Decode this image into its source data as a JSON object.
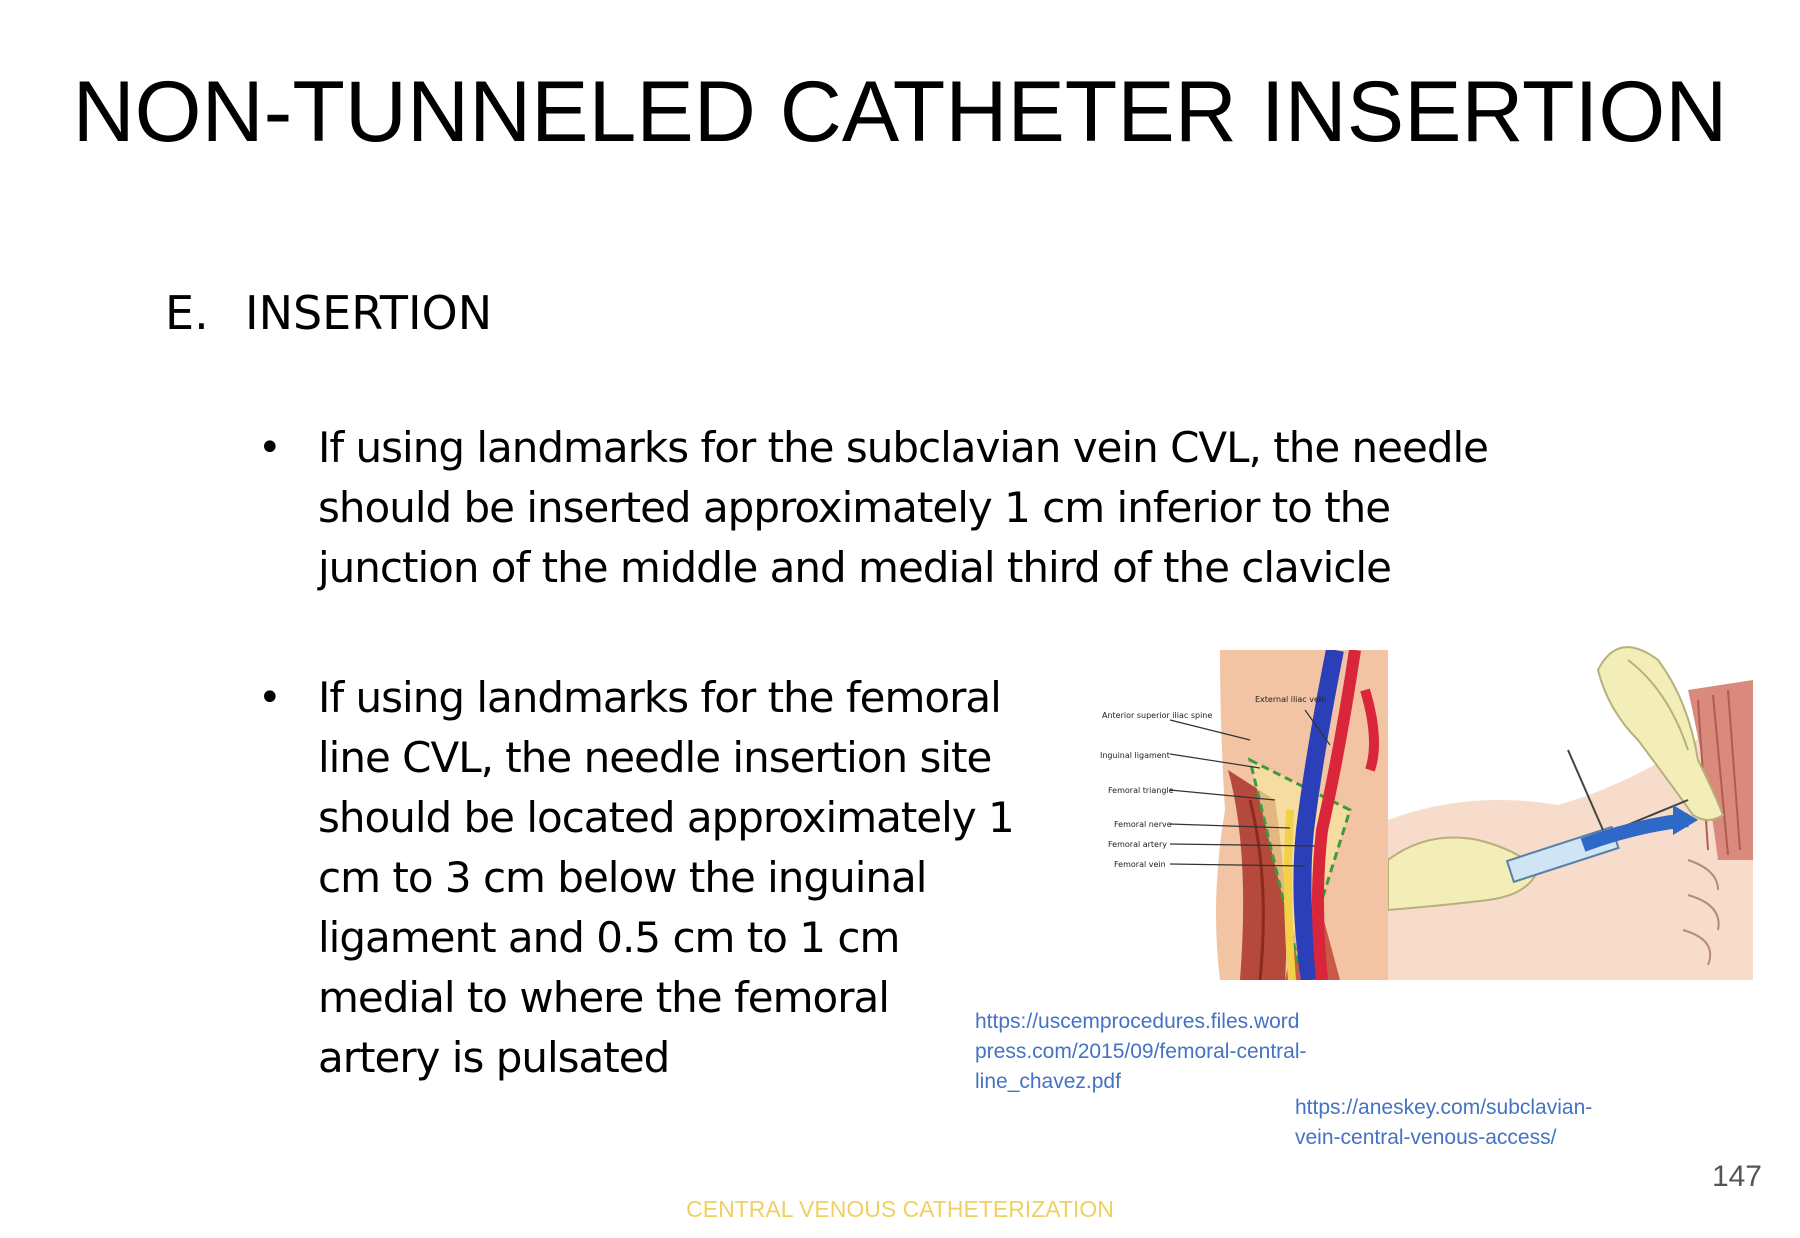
{
  "slide": {
    "title": "NON-TUNNELED CATHETER INSERTION",
    "section": {
      "number": "E.",
      "label": "INSERTION"
    },
    "bullets": [
      {
        "symbol": "•",
        "lines": [
          "If using landmarks for the subclavian vein CVL, the needle",
          "should be inserted approximately 1 cm inferior to the",
          "junction of the middle and medial third of the clavicle"
        ]
      },
      {
        "symbol": "•",
        "lines": [
          "If using landmarks for the femoral",
          "line CVL, the needle insertion site",
          "should be located approximately 1",
          "cm to 3 cm below the inguinal",
          "ligament and 0.5 cm to 1 cm",
          "medial to where the femoral",
          "artery is pulsated"
        ]
      }
    ],
    "figure_femoral": {
      "labels_left": [
        "Anterior superior iliac spine",
        "Inguinal ligament",
        "Femoral triangle",
        "Femoral nerve",
        "Femoral artery",
        "Femoral vein"
      ],
      "label_top": "External iliac vein"
    },
    "links": [
      {
        "lines": [
          "https://uscemprocedures.files.word",
          "press.com/2015/09/femoral-central-",
          "line_chavez.pdf"
        ]
      },
      {
        "lines": [
          "https://aneskey.com/subclavian-",
          "vein-central-venous-access/"
        ]
      }
    ],
    "page_number": "147",
    "footer": "CENTRAL VENOUS CATHETERIZATION"
  }
}
